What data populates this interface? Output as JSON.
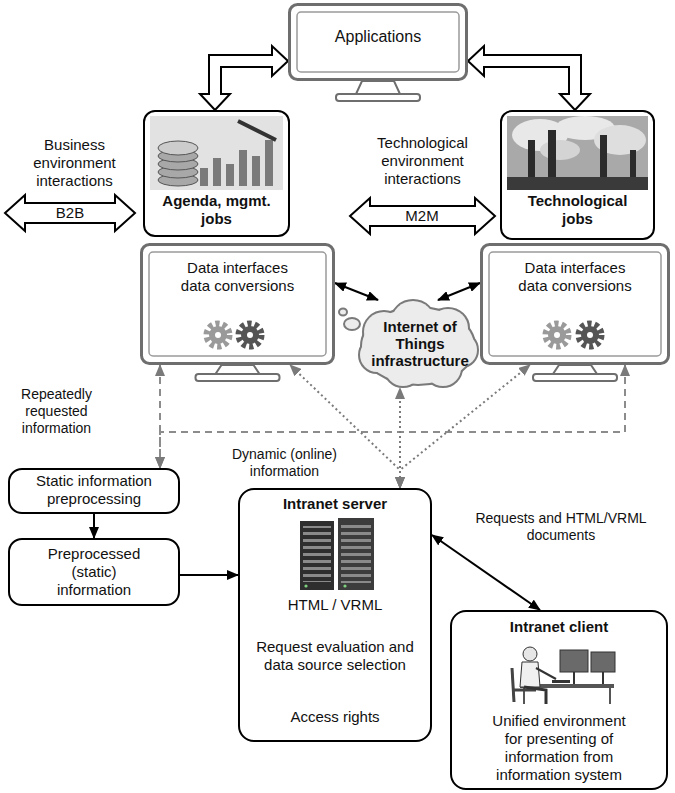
{
  "diagram": {
    "nodes": [
      {
        "text": [
          "Applications"
        ]
      },
      {
        "text": [
          "Agenda, mgmt. jobs"
        ]
      },
      {
        "text": [
          "Technological jobs"
        ]
      },
      {
        "text": [
          "Data interfaces data conversions"
        ]
      },
      {
        "text": [
          "Internet of Things infrastructure"
        ]
      },
      {
        "text": [
          "Data interfaces data conversions"
        ]
      },
      {
        "text": [
          "Static information preprocessing"
        ]
      },
      {
        "text": [
          "Preprocessed (static) information"
        ]
      },
      {
        "text": [
          "Intranet server",
          "HTML / VRML",
          "Request evaluation and data source selection",
          "Access rights"
        ]
      },
      {
        "text": [
          "Intranet client",
          "Unified environment for presenting of information from information system"
        ]
      }
    ],
    "edges": [
      {
        "from": 0,
        "to": 1,
        "arrow": "both"
      },
      {
        "from": 0,
        "to": 2,
        "arrow": "both"
      },
      {
        "from": 3,
        "to": 4,
        "arrow": "both"
      },
      {
        "from": 4,
        "to": 5,
        "arrow": "both"
      },
      {
        "from": 3,
        "to": 6,
        "arrow": "both"
      },
      {
        "from": 5,
        "to": 6,
        "arrow": "both"
      },
      {
        "from": 8,
        "to": 3,
        "arrow": "both"
      },
      {
        "from": 8,
        "to": 4,
        "arrow": "both"
      },
      {
        "from": 8,
        "to": 5,
        "arrow": "both"
      },
      {
        "from": 6,
        "to": 7,
        "arrow": "to"
      },
      {
        "from": 7,
        "to": 8,
        "arrow": "to"
      },
      {
        "from": 8,
        "to": 9,
        "arrow": "both",
        "label": "Requests and HTML/VRML documents"
      }
    ],
    "labels": [
      "Business environment interactions",
      "B2B",
      "Technological environment interactions",
      "M2M",
      "Repeatedly requested information",
      "Dynamic (online) information"
    ]
  }
}
